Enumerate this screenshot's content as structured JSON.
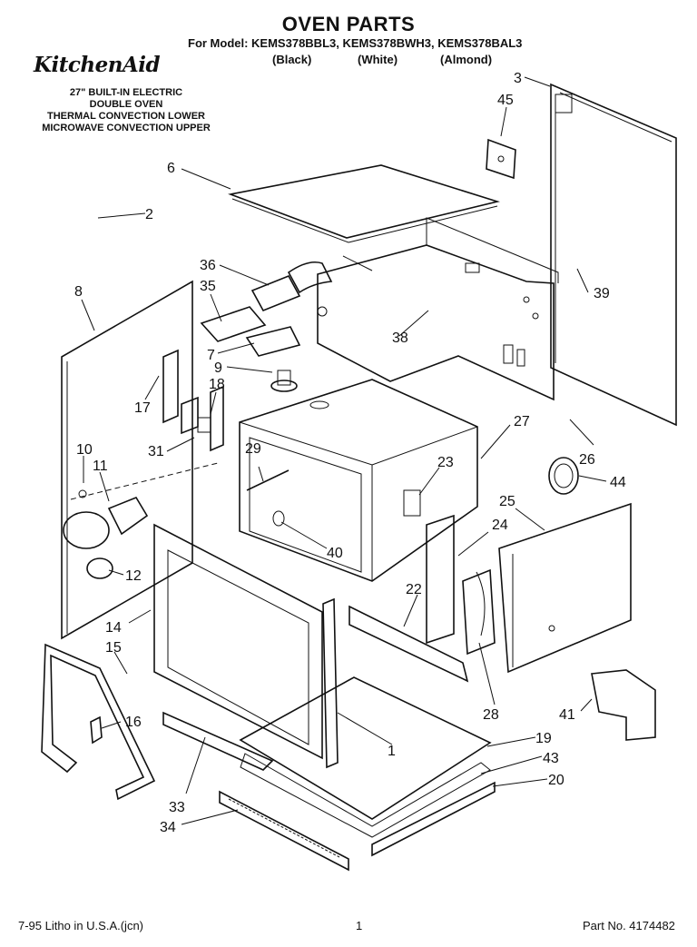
{
  "header": {
    "title": "OVEN PARTS",
    "models": "For Model: KEMS378BBL3, KEMS378BWH3, KEMS378BAL3",
    "colors": [
      "(Black)",
      "(White)",
      "(Almond)"
    ],
    "brand": "KitchenAid",
    "description": [
      "27\" BUILT-IN ELECTRIC",
      "DOUBLE OVEN",
      "THERMAL CONVECTION LOWER",
      "MICROWAVE CONVECTION UPPER"
    ]
  },
  "part_numbers": [
    "1",
    "2",
    "3",
    "6",
    "7",
    "8",
    "9",
    "10",
    "11",
    "12",
    "14",
    "15",
    "16",
    "17",
    "18",
    "19",
    "20",
    "22",
    "23",
    "24",
    "25",
    "26",
    "27",
    "28",
    "29",
    "31",
    "33",
    "34",
    "35",
    "36",
    "38",
    "39",
    "40",
    "41",
    "43",
    "44",
    "45"
  ],
  "footer": {
    "left": "7-95  Litho in U.S.A.(jcn)",
    "center": "1",
    "right": "Part No. 4174482"
  }
}
